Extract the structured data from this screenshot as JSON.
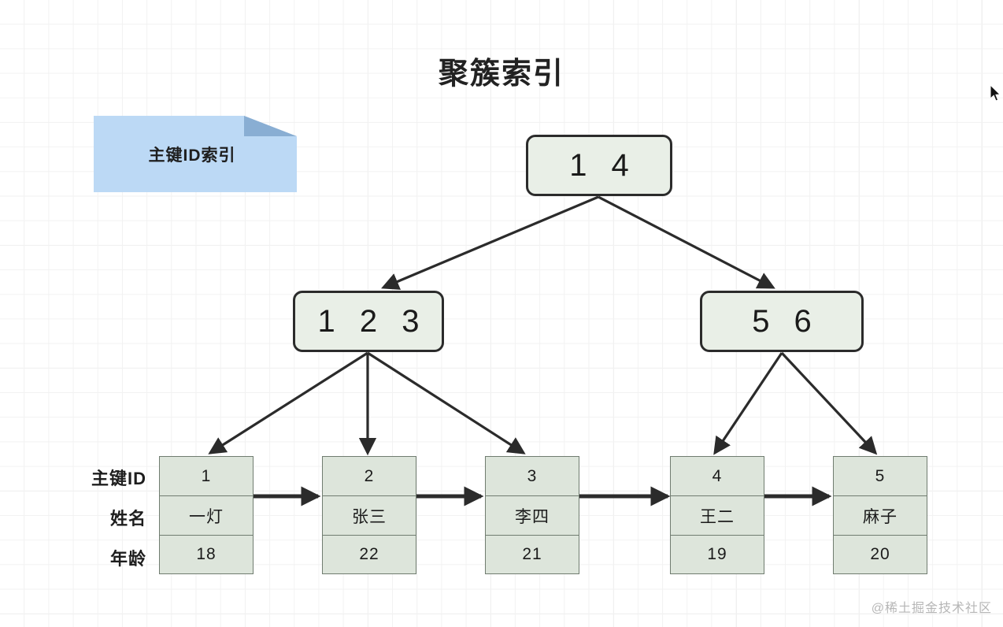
{
  "page": {
    "title": "聚簇索引",
    "watermark": "@稀土掘金技术社区",
    "background_color": "#ffffff",
    "grid_color": "#f2f2f2"
  },
  "note": {
    "label": "主键ID索引",
    "fill_color": "#bcd9f5",
    "fold_color": "#89aed3"
  },
  "index_nodes": {
    "root": {
      "label": "1 4",
      "keys": [
        1,
        4
      ]
    },
    "left": {
      "label": "1 2 3",
      "keys": [
        1,
        2,
        3
      ]
    },
    "right": {
      "label": "5 6",
      "keys": [
        5,
        6
      ]
    },
    "fill_color": "#e9efe7",
    "border_color": "#2b2b2b"
  },
  "row_labels": [
    "主键ID",
    "姓名",
    "年龄"
  ],
  "leaves": [
    {
      "id": "1",
      "name": "一灯",
      "age": "18"
    },
    {
      "id": "2",
      "name": "张三",
      "age": "22"
    },
    {
      "id": "3",
      "name": "李四",
      "age": "21"
    },
    {
      "id": "4",
      "name": "王二",
      "age": "19"
    },
    {
      "id": "5",
      "name": "麻子",
      "age": "20"
    }
  ],
  "leaf_style": {
    "fill_color": "#dde5db",
    "border_color": "#707c70"
  },
  "edge_color": "#2b2b2b"
}
